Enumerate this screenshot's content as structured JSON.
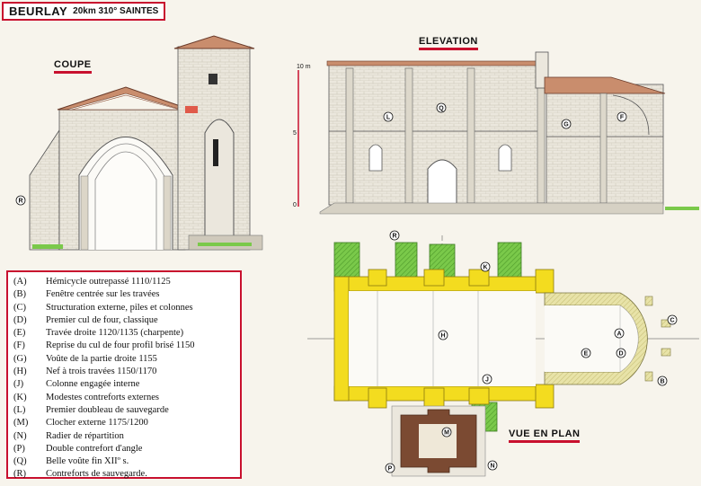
{
  "header": {
    "place": "BEURLAY",
    "info": "20km 310° SAINTES"
  },
  "sections": {
    "coupe": "COUPE",
    "elevation": "ELEVATION",
    "plan": "VUE EN PLAN"
  },
  "scale": {
    "top": "10 m",
    "mid": "5",
    "zero": "0"
  },
  "colors": {
    "accent": "#c8102e",
    "yellow": "#f3dc1f",
    "green": "#6cbf3a",
    "olive": "#b9b96b",
    "brown": "#7b4a32"
  },
  "markers": {
    "coupe_R": "R",
    "elev_L": "L",
    "elev_Q": "Q",
    "elev_G": "G",
    "elev_F": "F",
    "plan_R": "R",
    "plan_K": "K",
    "plan_H": "H",
    "plan_J": "J",
    "plan_A": "A",
    "plan_C": "C",
    "plan_E": "E",
    "plan_D": "D",
    "plan_B": "B",
    "plan_M": "M",
    "plan_P": "P",
    "plan_N": "N"
  },
  "legend": [
    {
      "key": "(A)",
      "text": "Hémicycle outrepassé 1110/1125"
    },
    {
      "key": "(B)",
      "text": "Fenêtre centrée sur les travées"
    },
    {
      "key": "(C)",
      "text": "Structuration externe, piles et colonnes"
    },
    {
      "key": "(D)",
      "text": "Premier cul de four, classique"
    },
    {
      "key": "(E)",
      "text": "Travée droite 1120/1135 (charpente)"
    },
    {
      "key": "(F)",
      "text": "Reprise du cul de four profil brisé 1150"
    },
    {
      "key": "(G)",
      "text": "Voûte de la partie droite 1155"
    },
    {
      "key": "(H)",
      "text": "Nef à trois travées 1150/1170"
    },
    {
      "key": "(J)",
      "text": "Colonne engagée interne"
    },
    {
      "key": "(K)",
      "text": "Modestes contreforts externes"
    },
    {
      "key": "(L)",
      "text": "Premier doubleau de sauvegarde"
    },
    {
      "key": "(M)",
      "text": "Clocher externe 1175/1200"
    },
    {
      "key": "(N)",
      "text": "Radier de répartition"
    },
    {
      "key": "(P)",
      "text": "Double contrefort d'angle"
    },
    {
      "key": "(Q)",
      "text": "Belle voûte fin XIIº s."
    },
    {
      "key": "(R)",
      "text": "Contreforts de sauvegarde."
    }
  ]
}
